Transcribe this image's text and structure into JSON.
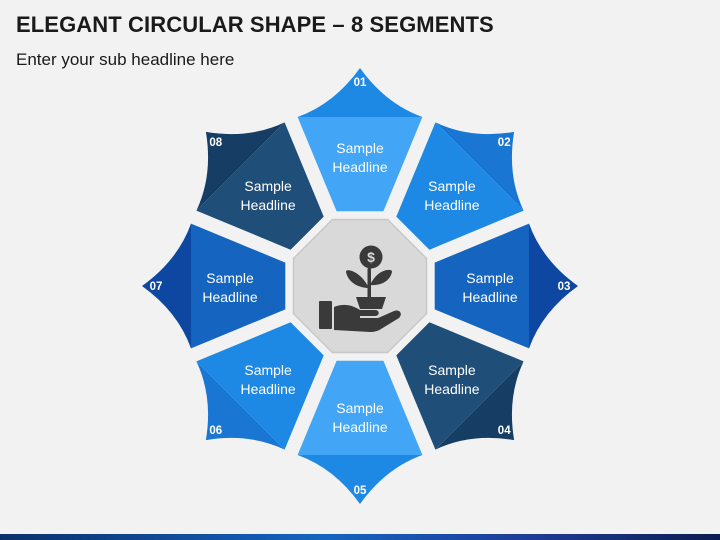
{
  "title": "ELEGANT CIRCULAR SHAPE – 8 SEGMENTS",
  "subtitle": "Enter your sub headline here",
  "center_icon": "money-plant-in-hand-icon",
  "colors": {
    "background": "#f2f2f2",
    "center_fill": "#d9d9d9",
    "icon": "#3a3a3a"
  },
  "segments": [
    {
      "number": "01",
      "line1": "Sample",
      "line2": "Headline",
      "color": "#42a5f5",
      "petal_color": "#1e88e5"
    },
    {
      "number": "02",
      "line1": "Sample",
      "line2": "Headline",
      "color": "#1e88e5",
      "petal_color": "#1976d2"
    },
    {
      "number": "03",
      "line1": "Sample",
      "line2": "Headline",
      "color": "#1565c0",
      "petal_color": "#0d47a1"
    },
    {
      "number": "04",
      "line1": "Sample",
      "line2": "Headline",
      "color": "#1f4e79",
      "petal_color": "#163d63"
    },
    {
      "number": "05",
      "line1": "Sample",
      "line2": "Headline",
      "color": "#42a5f5",
      "petal_color": "#1e88e5"
    },
    {
      "number": "06",
      "line1": "Sample",
      "line2": "Headline",
      "color": "#1e88e5",
      "petal_color": "#1976d2"
    },
    {
      "number": "07",
      "line1": "Sample",
      "line2": "Headline",
      "color": "#1565c0",
      "petal_color": "#0d47a1"
    },
    {
      "number": "08",
      "line1": "Sample",
      "line2": "Headline",
      "color": "#1f4e79",
      "petal_color": "#163d63"
    }
  ]
}
